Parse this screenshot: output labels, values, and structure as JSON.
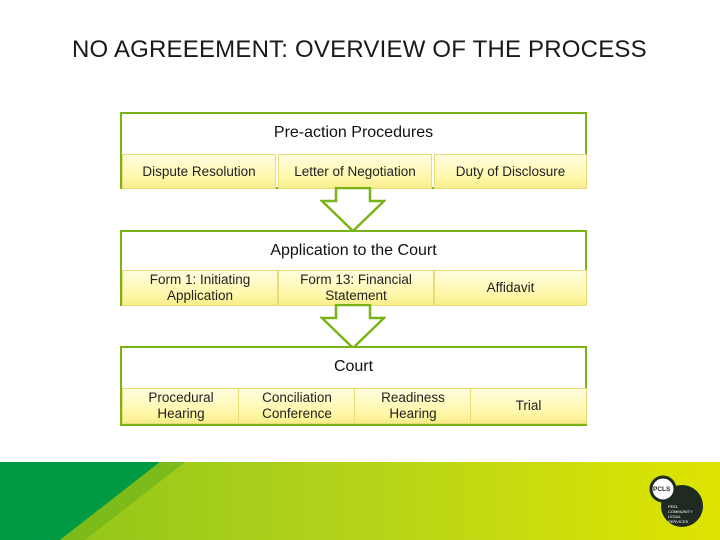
{
  "title": "NO AGREEEMENT: OVERVIEW OF THE PROCESS",
  "stages": [
    {
      "title": "Pre-action Procedures",
      "items": [
        "Dispute Resolution",
        "Letter of Negotiation",
        "Duty of Disclosure"
      ]
    },
    {
      "title": "Application to the Court",
      "items": [
        "Form 1: Initiating Application",
        "Form 13: Financial Statement",
        "Affidavit"
      ]
    },
    {
      "title": "Court",
      "items": [
        "Procedural Hearing",
        "Conciliation Conference",
        "Readiness Hearing",
        "Trial"
      ]
    }
  ],
  "logo": {
    "acronym": "PCLS",
    "lines": [
      "PEEL",
      "COMMUNITY",
      "LEGAL",
      "SERVICES"
    ]
  },
  "colors": {
    "stage_border": "#7ab317",
    "arrow_fill": "#ffffff",
    "arrow_stroke": "#7ab317",
    "subitem_fill": "#fff7a8",
    "footer_green": "#009a44",
    "footer_lime": "#a6ce1a",
    "footer_yellow": "#e2e600"
  }
}
